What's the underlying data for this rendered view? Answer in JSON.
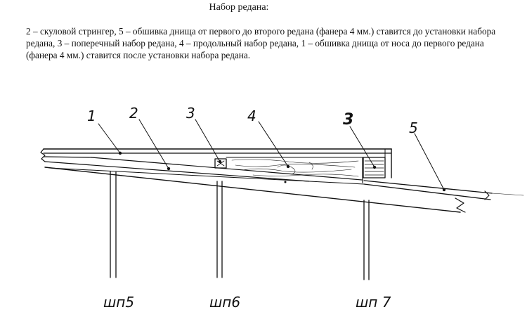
{
  "title": "Набор редана:",
  "description_lines": [
    "2 – скуловой стрингер, 5 – обшивка днища от первого до второго редана (фанера 4 мм.) ставится до установки набора",
    "редана, 3 – поперечный набор редана, 4 – продольный набор редана, 1 – обшивка днища от носа до первого редана",
    "(фанера 4 мм.) ставится после установки набора редана."
  ],
  "drawing": {
    "callouts": [
      "1",
      "2",
      "3",
      "4",
      "3",
      "5"
    ],
    "frames": [
      "шп5",
      "шп6",
      "шп 7"
    ]
  },
  "colors": {
    "ink": "#111111",
    "paper": "#ffffff"
  }
}
